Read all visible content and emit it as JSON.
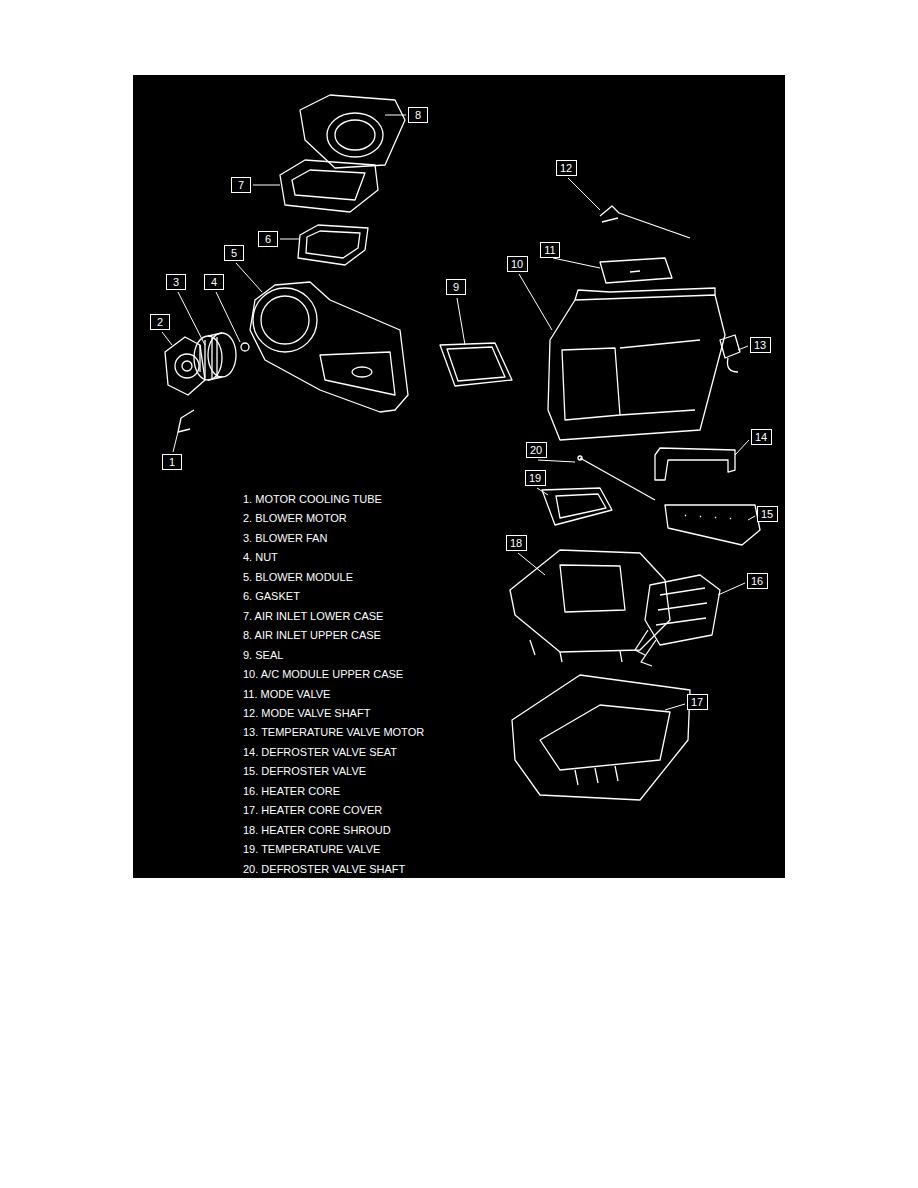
{
  "diagram": {
    "nodes": [
      {
        "text": [
          "8"
        ]
      },
      {
        "text": [
          "12"
        ]
      },
      {
        "text": [
          "7"
        ]
      },
      {
        "text": [
          "11"
        ]
      },
      {
        "text": [
          "6"
        ]
      },
      {
        "text": [
          "5"
        ]
      },
      {
        "text": [
          "10"
        ]
      },
      {
        "text": [
          "3"
        ]
      },
      {
        "text": [
          "4"
        ]
      },
      {
        "text": [
          "9"
        ]
      },
      {
        "text": [
          "2"
        ]
      },
      {
        "text": [
          "13"
        ]
      },
      {
        "text": [
          "14"
        ]
      },
      {
        "text": [
          "1"
        ]
      },
      {
        "text": [
          "20"
        ]
      },
      {
        "text": [
          "19"
        ]
      },
      {
        "text": [
          "15"
        ]
      },
      {
        "text": [
          "18"
        ]
      },
      {
        "text": [
          "16"
        ]
      },
      {
        "text": [
          "17"
        ]
      }
    ],
    "labels": [
      "1. MOTOR COOLING TUBE",
      "2. BLOWER MOTOR",
      "3. BLOWER FAN",
      "4. NUT",
      "5. BLOWER MODULE",
      "6. GASKET",
      "7. AIR INLET LOWER CASE",
      "8. AIR INLET UPPER CASE",
      "9. SEAL",
      "10. A/C MODULE UPPER CASE",
      "11. MODE VALVE",
      "12. MODE VALVE SHAFT",
      "13. TEMPERATURE VALVE MOTOR",
      "14. DEFROSTER VALVE SEAT",
      "15. DEFROSTER VALVE",
      "16. HEATER CORE",
      "17. HEATER CORE COVER",
      "18. HEATER CORE SHROUD",
      "19. TEMPERATURE VALVE",
      "20. DEFROSTER VALVE SHAFT"
    ]
  }
}
